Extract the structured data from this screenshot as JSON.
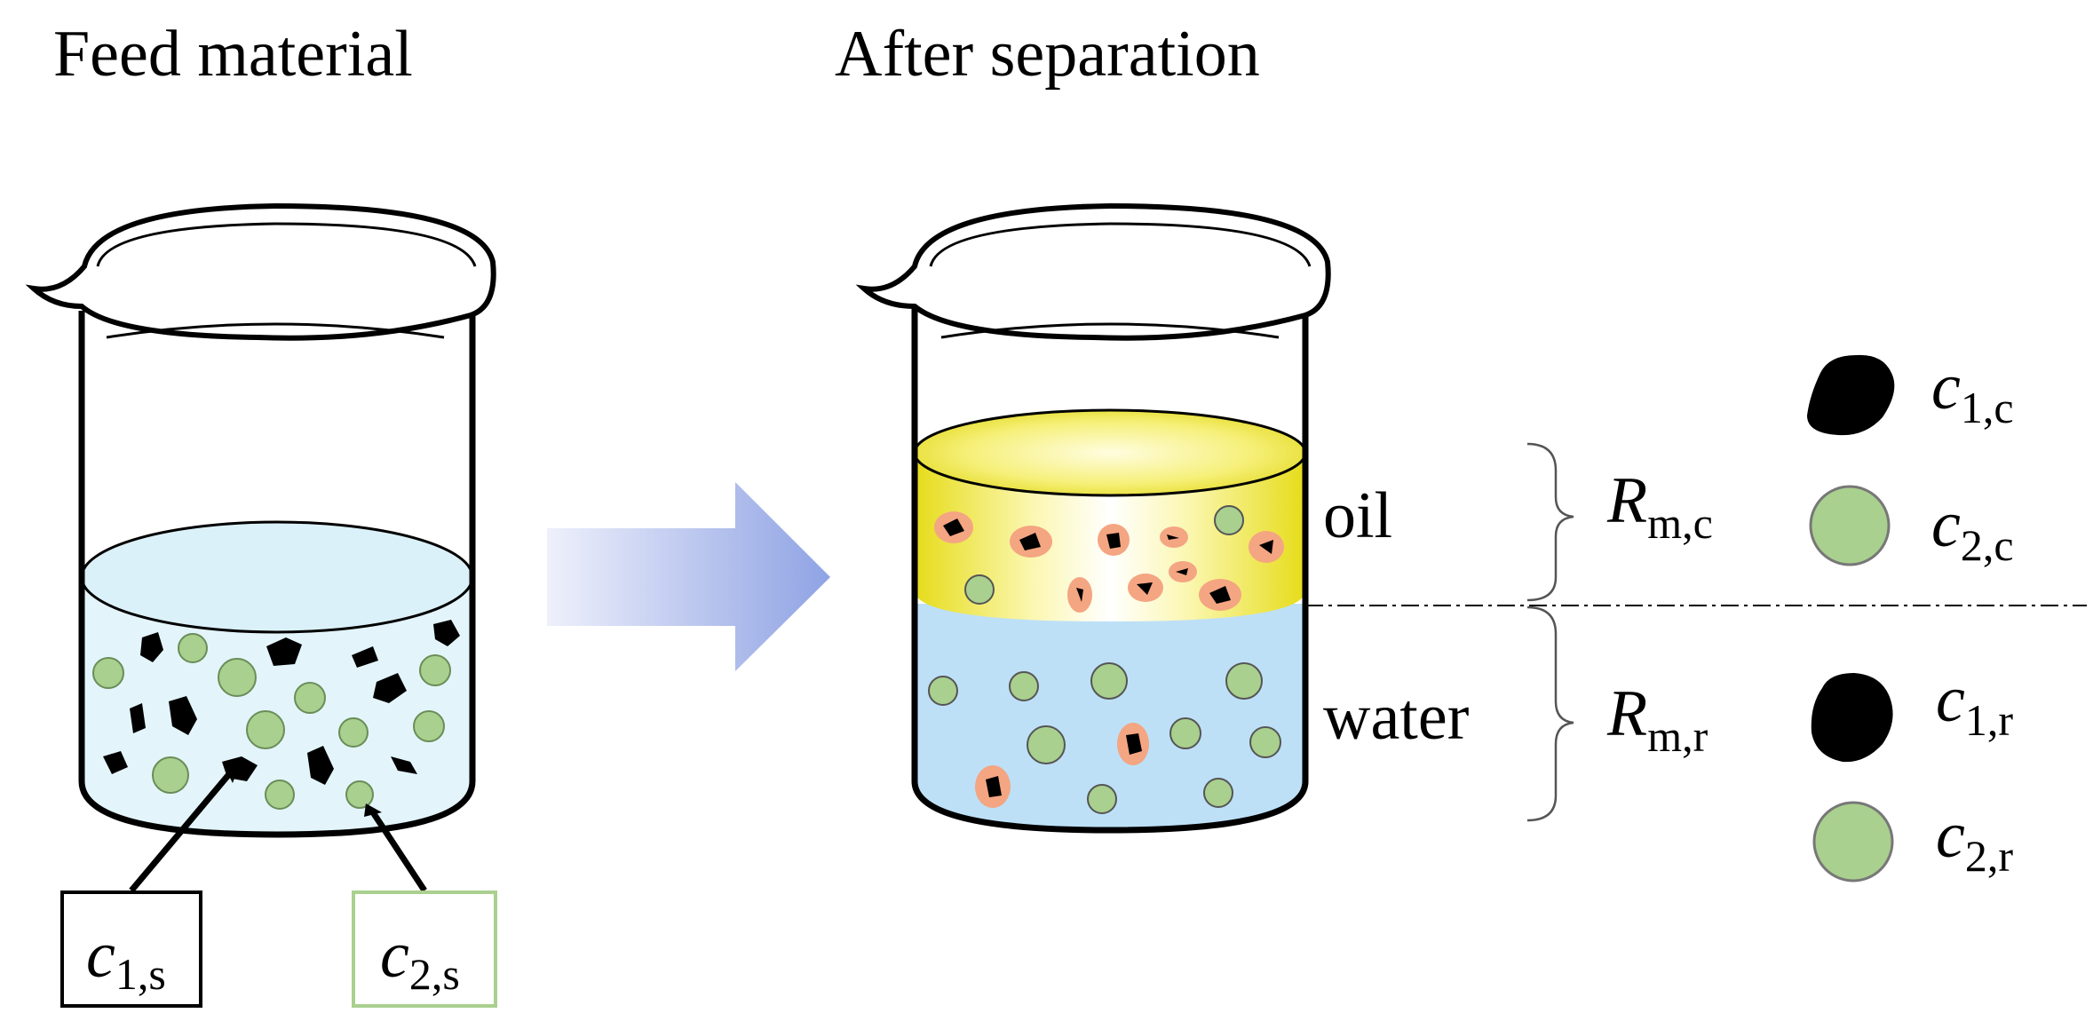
{
  "titles": {
    "left": "Feed material",
    "right": "After separation"
  },
  "layers": {
    "oil": "oil",
    "water": "water"
  },
  "feed_labels": [
    {
      "symbol": "c",
      "sub": "1,s",
      "box_color": "#000000"
    },
    {
      "symbol": "c",
      "sub": "2,s",
      "box_color": "#a9d08e"
    }
  ],
  "ratios": [
    {
      "symbol": "R",
      "sub": "m,c"
    },
    {
      "symbol": "R",
      "sub": "m,r"
    }
  ],
  "legend": [
    {
      "symbol": "c",
      "sub": "1,c",
      "marker": "black-particle"
    },
    {
      "symbol": "c",
      "sub": "2,c",
      "marker": "green-particle"
    },
    {
      "symbol": "c",
      "sub": "1,r",
      "marker": "black-particle"
    },
    {
      "symbol": "c",
      "sub": "2,r",
      "marker": "green-particle"
    }
  ],
  "colors": {
    "water_feed": "#e3f5fb",
    "water_separated": "#bde0f7",
    "oil": "#e9e21c",
    "green_particle": "#a9d08e",
    "coated_shell": "#f4a582",
    "arrow": "#9fb0e6"
  }
}
